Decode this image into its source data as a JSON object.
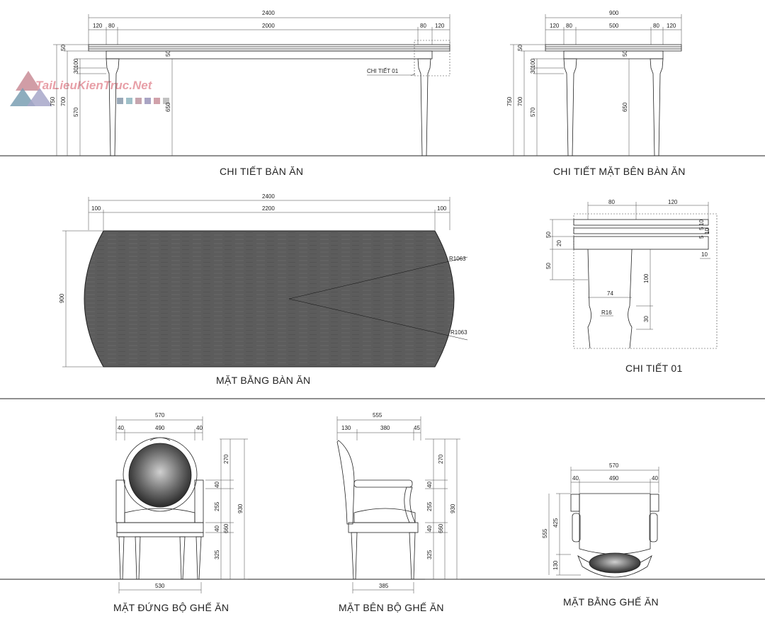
{
  "watermark": "TaiLieuKienTruc.Net",
  "titles": {
    "table_elevation": "CHI TIẾT BÀN ĂN",
    "table_side": "CHI TIẾT MẶT BÊN BÀN ĂN",
    "table_plan": "MẶT BẰNG BÀN ĂN",
    "detail_01": "CHI TIẾT 01",
    "chair_front": "MẶT ĐỨNG BỘ GHẾ ĂN",
    "chair_side": "MẶT BÊN BỘ GHẾ ĂN",
    "chair_plan": "MẶT BẰNG GHẾ ĂN"
  },
  "callouts": {
    "detail_ref": "CHI TIẾT 01"
  },
  "dims": {
    "te_total": "2400",
    "te_120a": "120",
    "te_80a": "80",
    "te_2000": "2000",
    "te_80b": "80",
    "te_120b": "120",
    "te_50": "50",
    "te_100": "100",
    "te_30": "30",
    "te_750": "750",
    "te_700": "700",
    "te_570": "570",
    "te_650": "650",
    "te_50b": "50",
    "ts_total": "900",
    "ts_120a": "120",
    "ts_80a": "80",
    "ts_500": "500",
    "ts_80b": "80",
    "ts_120b": "120",
    "ts_50": "50",
    "ts_100": "100",
    "ts_30": "30",
    "ts_750": "750",
    "ts_700": "700",
    "ts_570": "570",
    "ts_650": "650",
    "ts_50b": "50",
    "tp_total": "2400",
    "tp_100a": "100",
    "tp_2200": "2200",
    "tp_100b": "100",
    "tp_900": "900",
    "tp_r1": "R1063",
    "tp_r2": "R1063",
    "d_80": "80",
    "d_120": "120",
    "d_10a": "10",
    "d_5a": "5",
    "d_10b": "10",
    "d_5b": "5",
    "d_10c": "10",
    "d_50a": "50",
    "d_20": "20",
    "d_50b": "50",
    "d_10d": "10",
    "d_100": "100",
    "d_74": "74",
    "d_r16": "R16",
    "d_30": "30",
    "cf_570": "570",
    "cf_40a": "40",
    "cf_490": "490",
    "cf_40b": "40",
    "cf_270": "270",
    "cf_40c": "40",
    "cf_255": "255",
    "cf_40d": "40",
    "cf_325": "325",
    "cf_930": "930",
    "cf_660": "660",
    "cf_530": "530",
    "cs_555": "555",
    "cs_130": "130",
    "cs_380": "380",
    "cs_45": "45",
    "cs_270": "270",
    "cs_40a": "40",
    "cs_255": "255",
    "cs_40b": "40",
    "cs_325": "325",
    "cs_930": "930",
    "cs_660": "660",
    "cs_385": "385",
    "cp_570": "570",
    "cp_40a": "40",
    "cp_490": "490",
    "cp_40b": "40",
    "cp_555": "555",
    "cp_425": "425",
    "cp_130": "130"
  }
}
